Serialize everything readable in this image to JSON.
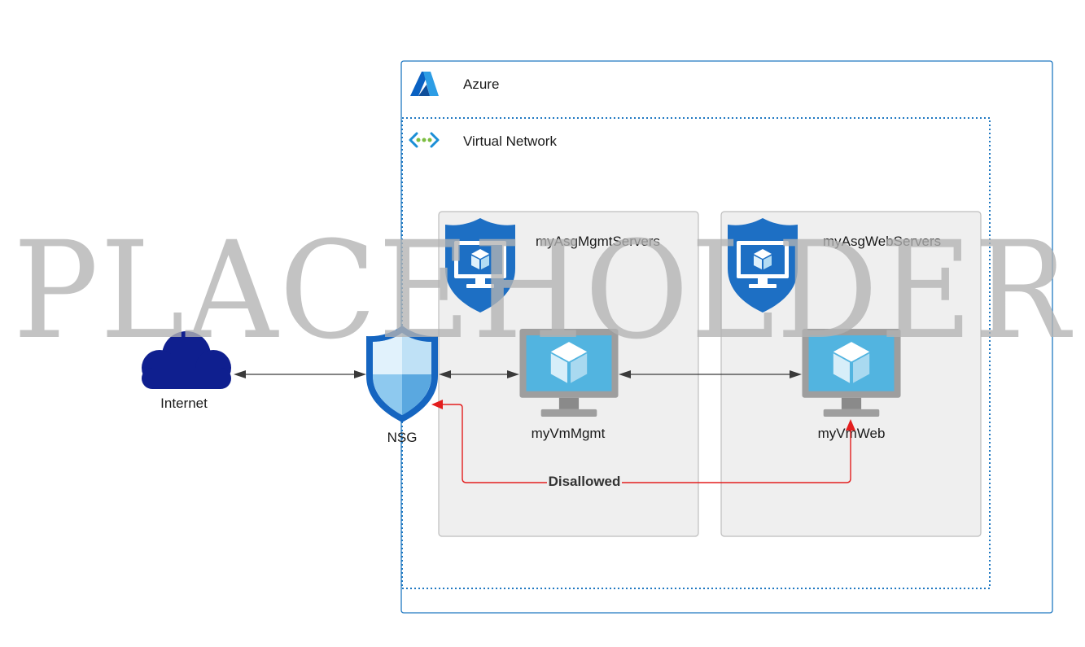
{
  "colors": {
    "azure_border": "#1f78c1",
    "vnet_border": "#1f78c1",
    "asg_fill": "#efefef",
    "asg_border": "#bdbdbd",
    "cloud": "#0f1f8f",
    "shield_dark": "#1565c0",
    "vm_screen": "#52b4e0",
    "vm_frame": "#9e9e9e",
    "arrow": "#3a3a3a",
    "disallowed": "#e31e1e",
    "watermark": "#b3b3b3"
  },
  "azure": {
    "label": "Azure",
    "icon": "azure-logo-icon"
  },
  "vnet": {
    "label": "Virtual Network",
    "icon": "virtual-network-icon"
  },
  "asg_mgmt": {
    "label": "myAsgMgmtServers",
    "icon": "application-security-group-icon"
  },
  "asg_web": {
    "label": "myAsgWebServers",
    "icon": "application-security-group-icon"
  },
  "internet": {
    "label": "Internet",
    "icon": "cloud-icon"
  },
  "nsg": {
    "label": "NSG",
    "icon": "shield-icon"
  },
  "vm_mgmt": {
    "label": "myVmMgmt",
    "icon": "virtual-machine-icon"
  },
  "vm_web": {
    "label": "myVmWeb",
    "icon": "virtual-machine-icon"
  },
  "connections": {
    "disallowed_label": "Disallowed"
  },
  "watermark": {
    "text": "PLACEHOLDER"
  }
}
